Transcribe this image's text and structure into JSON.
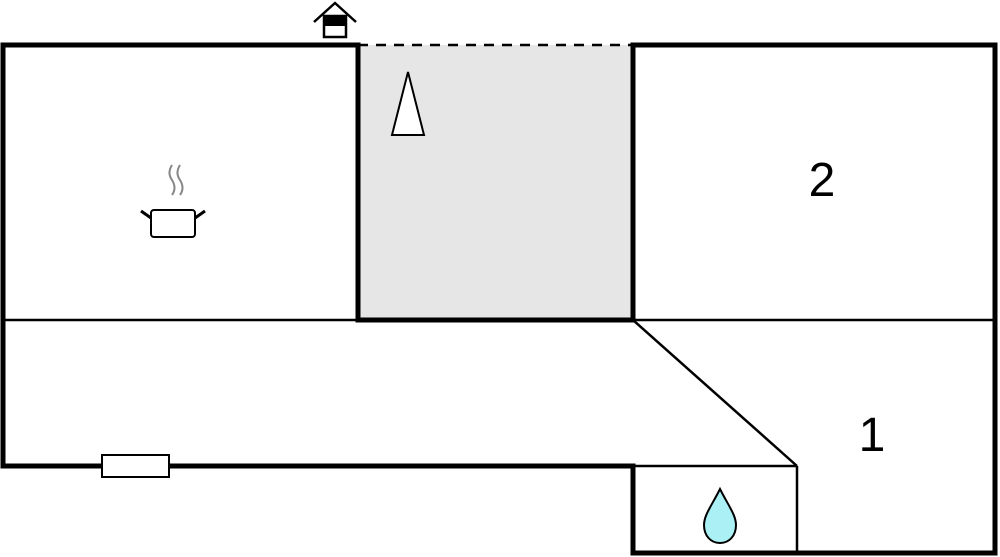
{
  "plan": {
    "rooms": [
      {
        "name": "kitchen",
        "icon": "cooking-pot-icon"
      },
      {
        "name": "terrace",
        "icon": "north-arrow-icon",
        "fill": "#e6e6e6"
      },
      {
        "name": "bedroom-2",
        "label": "2"
      },
      {
        "name": "bedroom-1",
        "label": "1"
      },
      {
        "name": "bathroom",
        "icon": "water-drop-icon",
        "fill": "#aaf0f5"
      },
      {
        "name": "hallway"
      }
    ],
    "entrance_icon": "house-entrance-icon",
    "window_icon": "window-icon"
  }
}
